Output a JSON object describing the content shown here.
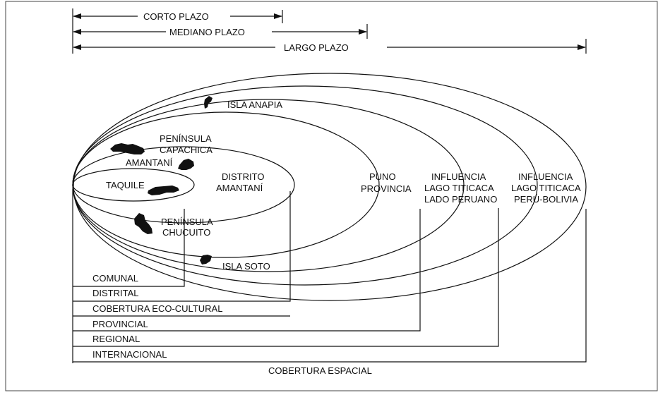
{
  "timeline": {
    "corto": "CORTO PLAZO",
    "mediano": "MEDIANO PLAZO",
    "largo": "LARGO PLAZO"
  },
  "places": {
    "isla_anapia": "ISLA ANAPIA",
    "peninsula_capachica": [
      "PENÍNSULA",
      "CAPACHICA"
    ],
    "amantani": "AMANTANÍ",
    "taquile": "TAQUILE",
    "distrito_amantani": [
      "DISTRITO",
      "AMANTANÍ"
    ],
    "peninsula_chucuito": [
      "PENÍNSULA",
      "CHUCUITO"
    ],
    "isla_soto": "ISLA SOTO",
    "puno_provincia": [
      "PUNO",
      "PROVINCIA"
    ],
    "influencia_peruano": [
      "INFLUENCIA",
      "LAGO TITICACA",
      "LADO PERUANO"
    ],
    "influencia_peru_bolivia": [
      "INFLUENCIA",
      "LAGO TITICACA",
      "PERÚ-BOLIVIA"
    ]
  },
  "levels": {
    "comunal": "COMUNAL",
    "distrital": "DISTRITAL",
    "eco_cultural": "COBERTURA ECO-CULTURAL",
    "provincial": "PROVINCIAL",
    "regional": "REGIONAL",
    "internacional": "INTERNACIONAL",
    "cobertura_espacial": "COBERTURA ESPACIAL"
  }
}
